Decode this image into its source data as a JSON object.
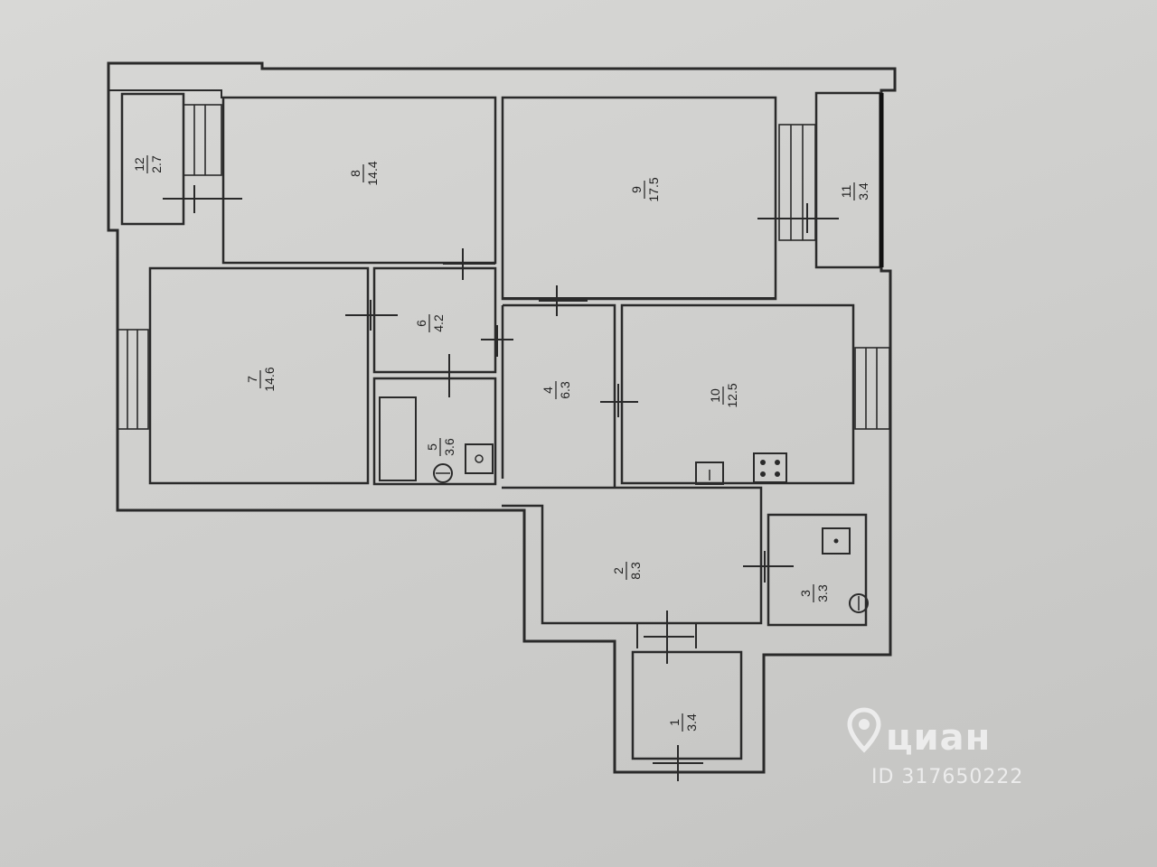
{
  "rooms": [
    {
      "num": "1",
      "area": "3.4"
    },
    {
      "num": "2",
      "area": "8.3"
    },
    {
      "num": "3",
      "area": "3.3"
    },
    {
      "num": "4",
      "area": "6.3"
    },
    {
      "num": "5",
      "area": "3.6"
    },
    {
      "num": "6",
      "area": "4.2"
    },
    {
      "num": "7",
      "area": "14.6"
    },
    {
      "num": "8",
      "area": "14.4"
    },
    {
      "num": "9",
      "area": "17.5"
    },
    {
      "num": "10",
      "area": "12.5"
    },
    {
      "num": "11",
      "area": "3.4"
    },
    {
      "num": "12",
      "area": "2.7"
    }
  ],
  "watermark": {
    "brand": "циан",
    "id": "ID 317650222",
    "icon": "map-pin-icon"
  },
  "colors": {
    "paper": "#d2d2d0",
    "lines": "#2a2a2a",
    "watermark": "#ececec"
  }
}
